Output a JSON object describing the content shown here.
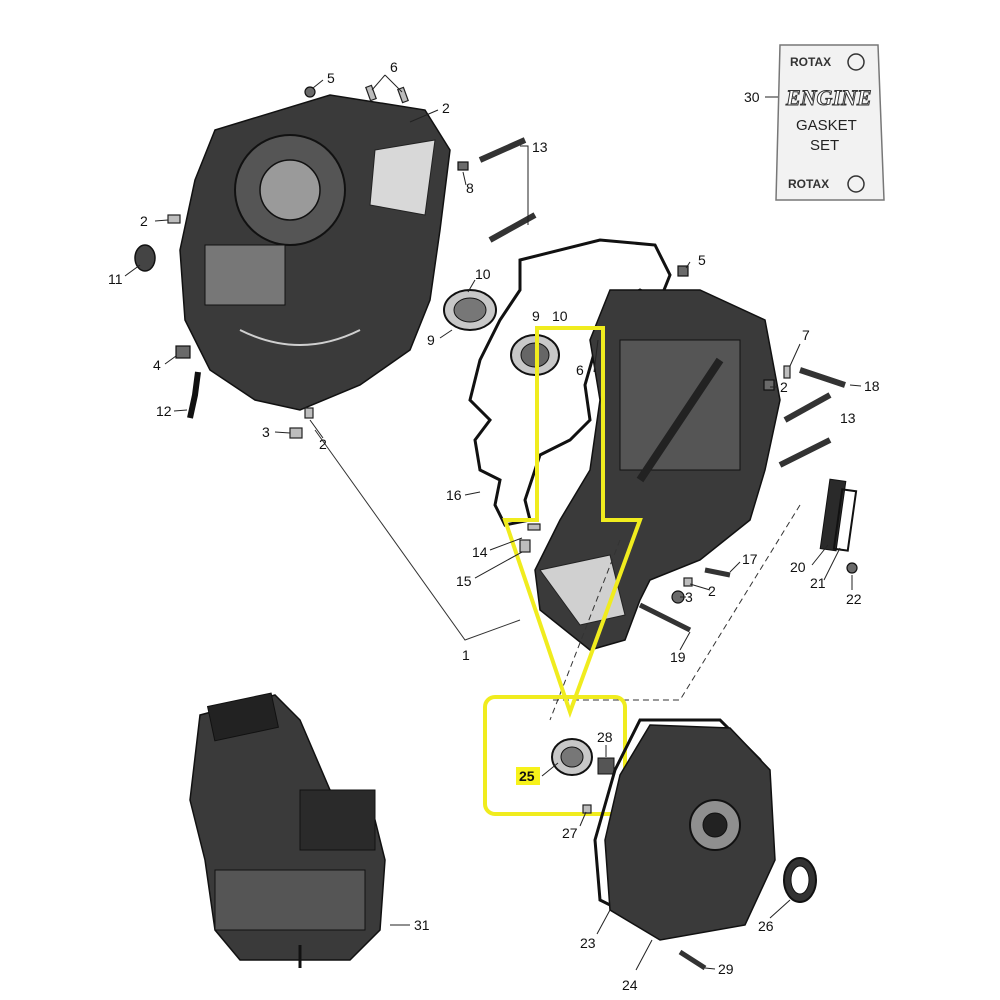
{
  "callouts": [
    {
      "id": "c5a",
      "label": "5"
    },
    {
      "id": "c6a",
      "label": "6"
    },
    {
      "id": "c2a",
      "label": "2"
    },
    {
      "id": "c13a",
      "label": "13"
    },
    {
      "id": "c8",
      "label": "8"
    },
    {
      "id": "c2b",
      "label": "2"
    },
    {
      "id": "c11",
      "label": "11"
    },
    {
      "id": "c10a",
      "label": "10"
    },
    {
      "id": "c9a",
      "label": "9"
    },
    {
      "id": "c4",
      "label": "4"
    },
    {
      "id": "c12",
      "label": "12"
    },
    {
      "id": "c3a",
      "label": "3"
    },
    {
      "id": "c2c",
      "label": "2"
    },
    {
      "id": "c9b",
      "label": "9"
    },
    {
      "id": "c10b",
      "label": "10"
    },
    {
      "id": "c6b",
      "label": "6"
    },
    {
      "id": "c5b",
      "label": "5"
    },
    {
      "id": "c7",
      "label": "7"
    },
    {
      "id": "c2d",
      "label": "2"
    },
    {
      "id": "c18",
      "label": "18"
    },
    {
      "id": "c13b",
      "label": "13"
    },
    {
      "id": "c16",
      "label": "16"
    },
    {
      "id": "c14",
      "label": "14"
    },
    {
      "id": "c15",
      "label": "15"
    },
    {
      "id": "c17",
      "label": "17"
    },
    {
      "id": "c3b",
      "label": "3"
    },
    {
      "id": "c2e",
      "label": "2"
    },
    {
      "id": "c20",
      "label": "20"
    },
    {
      "id": "c21",
      "label": "21"
    },
    {
      "id": "c22",
      "label": "22"
    },
    {
      "id": "c19",
      "label": "19"
    },
    {
      "id": "c1",
      "label": "1"
    },
    {
      "id": "c30",
      "label": "30"
    },
    {
      "id": "c28",
      "label": "28"
    },
    {
      "id": "c25",
      "label": "25"
    },
    {
      "id": "c27",
      "label": "27"
    },
    {
      "id": "c26",
      "label": "26"
    },
    {
      "id": "c23",
      "label": "23"
    },
    {
      "id": "c24",
      "label": "24"
    },
    {
      "id": "c29",
      "label": "29"
    },
    {
      "id": "c31",
      "label": "31"
    }
  ],
  "gasket_set": {
    "brand_top": "ROTAX",
    "title": "ENGINE",
    "line1": "GASKET",
    "line2": "SET",
    "brand_bottom": "ROTAX"
  },
  "highlight": {
    "color": "#f0ec1e",
    "highlighted_part": "25"
  }
}
